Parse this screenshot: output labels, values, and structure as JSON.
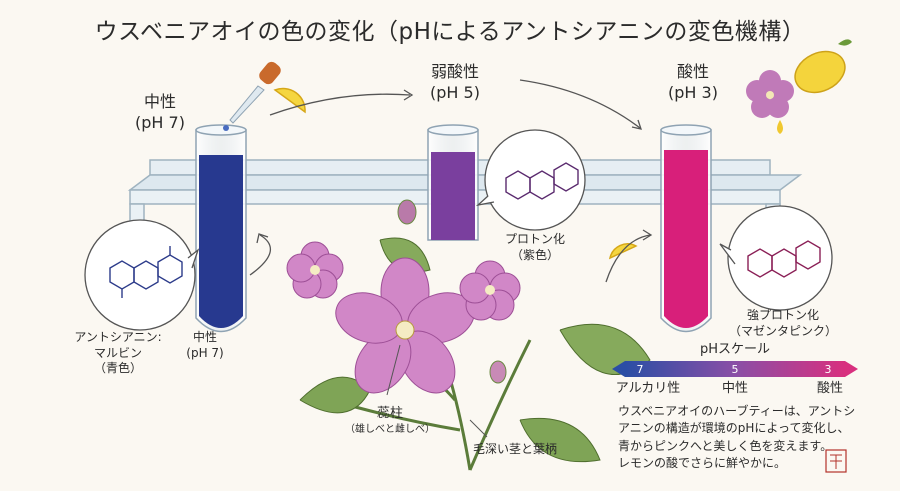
{
  "title": "ウスベニアオイの色の変化（pHによるアントシアニンの変色機構）",
  "tubes": [
    {
      "name": "中性",
      "ph": "(pH 7)",
      "color": "#27398f"
    },
    {
      "name": "弱酸性",
      "ph": "(pH 5)",
      "color": "#7a3f9e"
    },
    {
      "name": "酸性",
      "ph": "(pH 3)",
      "color": "#d81f7a"
    }
  ],
  "molecules": {
    "neutral": {
      "lines": [
        "アントシアニン:",
        "マルビン",
        "（青色）"
      ],
      "sub_lines": [
        "中性",
        "(pH 7)"
      ]
    },
    "weak": {
      "lines": [
        "プロトン化",
        "（紫色）"
      ]
    },
    "acid": {
      "lines": [
        "強プロトン化",
        "（マゼンタピンク）"
      ]
    }
  },
  "scale": {
    "title": "pHスケール",
    "ticks": [
      "7",
      "5",
      "3"
    ],
    "labels": [
      "アルカリ性",
      "中性",
      "酸性"
    ],
    "colors": [
      "#2b4ea5",
      "#8a4fa6",
      "#d8307f"
    ]
  },
  "plant_labels": {
    "stigma": "蕊柱",
    "stigma_sub": "（雄しべと雌しべ）",
    "stem": "毛深い茎と葉柄"
  },
  "note_lines": [
    "ウスベニアオイのハーブティーは、アントシ",
    "アニンの構造が環境のpHによって変化し、",
    "青からピンクへと美しく色を変えます。",
    "レモンの酸でさらに鮮やかに。"
  ]
}
